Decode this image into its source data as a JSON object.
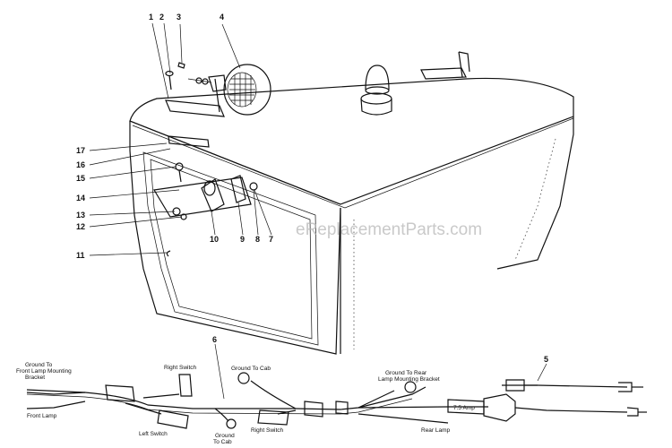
{
  "watermark": "eReplacementParts.com",
  "callouts": [
    "1",
    "2",
    "3",
    "4",
    "5",
    "6",
    "7",
    "8",
    "9",
    "10",
    "11",
    "12",
    "13",
    "14",
    "15",
    "16",
    "17"
  ],
  "wire_labels": {
    "ground_front_1": "Ground To",
    "ground_front_2": "Front Lamp Mounting",
    "ground_front_3": "Bracket",
    "front_lamp": "Front Lamp",
    "left_switch": "Left Switch",
    "right_switch_top": "Right Switch",
    "ground_to_cab_top": "Ground To Cab",
    "ground_to_cab_bottom_1": "Ground",
    "ground_to_cab_bottom_2": "To Cab",
    "right_switch_bottom": "Right Switch",
    "ground_rear_1": "Ground To Rear",
    "ground_rear_2": "Lamp Mounting Bracket",
    "rear_lamp": "Rear Lamp",
    "fuse": "7.5 Amp"
  }
}
